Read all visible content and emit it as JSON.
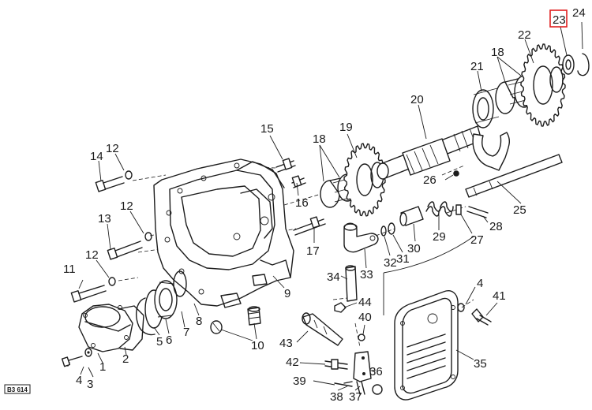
{
  "diagram": {
    "highlight_callout": "23",
    "ref_code": "B3 614",
    "callouts": [
      {
        "id": "c1",
        "text": "1"
      },
      {
        "id": "c2",
        "text": "2"
      },
      {
        "id": "c3",
        "text": "3"
      },
      {
        "id": "c4a",
        "text": "4"
      },
      {
        "id": "c4b",
        "text": "4"
      },
      {
        "id": "c5",
        "text": "5"
      },
      {
        "id": "c6",
        "text": "6"
      },
      {
        "id": "c7",
        "text": "7"
      },
      {
        "id": "c8",
        "text": "8"
      },
      {
        "id": "c9",
        "text": "9"
      },
      {
        "id": "c10",
        "text": "10"
      },
      {
        "id": "c11",
        "text": "11"
      },
      {
        "id": "c12a",
        "text": "12"
      },
      {
        "id": "c12b",
        "text": "12"
      },
      {
        "id": "c12c",
        "text": "12"
      },
      {
        "id": "c13",
        "text": "13"
      },
      {
        "id": "c14",
        "text": "14"
      },
      {
        "id": "c15",
        "text": "15"
      },
      {
        "id": "c16",
        "text": "16"
      },
      {
        "id": "c17",
        "text": "17"
      },
      {
        "id": "c18a",
        "text": "18"
      },
      {
        "id": "c18b",
        "text": "18"
      },
      {
        "id": "c19",
        "text": "19"
      },
      {
        "id": "c20",
        "text": "20"
      },
      {
        "id": "c21",
        "text": "21"
      },
      {
        "id": "c22",
        "text": "22"
      },
      {
        "id": "c23",
        "text": "23"
      },
      {
        "id": "c24",
        "text": "24"
      },
      {
        "id": "c25",
        "text": "25"
      },
      {
        "id": "c26",
        "text": "26"
      },
      {
        "id": "c27",
        "text": "27"
      },
      {
        "id": "c28",
        "text": "28"
      },
      {
        "id": "c29",
        "text": "29"
      },
      {
        "id": "c30",
        "text": "30"
      },
      {
        "id": "c31",
        "text": "31"
      },
      {
        "id": "c32",
        "text": "32"
      },
      {
        "id": "c33",
        "text": "33"
      },
      {
        "id": "c34",
        "text": "34"
      },
      {
        "id": "c35",
        "text": "35"
      },
      {
        "id": "c36",
        "text": "36"
      },
      {
        "id": "c37",
        "text": "37"
      },
      {
        "id": "c38",
        "text": "38"
      },
      {
        "id": "c39",
        "text": "39"
      },
      {
        "id": "c40",
        "text": "40"
      },
      {
        "id": "c41",
        "text": "41"
      },
      {
        "id": "c42",
        "text": "42"
      },
      {
        "id": "c43",
        "text": "43"
      },
      {
        "id": "c44",
        "text": "44"
      }
    ]
  }
}
